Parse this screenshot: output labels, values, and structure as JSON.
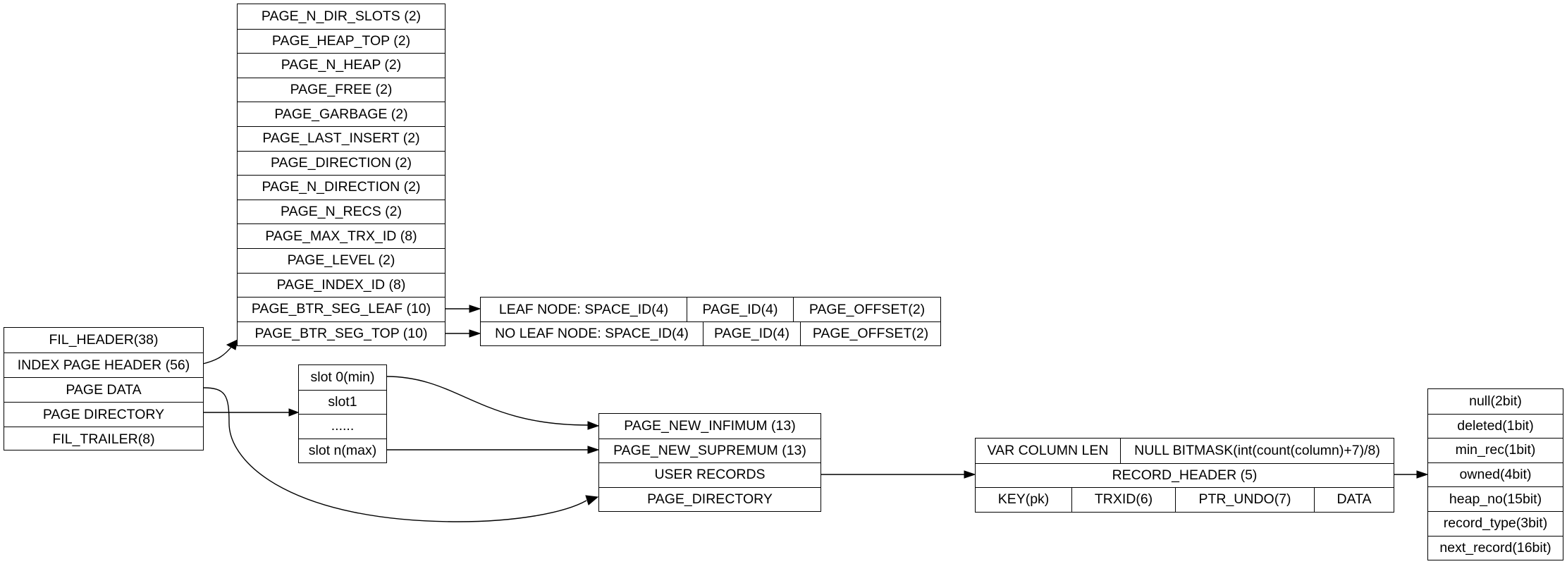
{
  "page_structure": [
    "FIL_HEADER(38)",
    "INDEX PAGE HEADER (56)",
    "PAGE DATA",
    "PAGE DIRECTORY",
    "FIL_TRAILER(8)"
  ],
  "index_page_header": [
    "PAGE_N_DIR_SLOTS (2)",
    "PAGE_HEAP_TOP (2)",
    "PAGE_N_HEAP (2)",
    "PAGE_FREE (2)",
    "PAGE_GARBAGE (2)",
    "PAGE_LAST_INSERT (2)",
    "PAGE_DIRECTION (2)",
    "PAGE_N_DIRECTION (2)",
    "PAGE_N_RECS (2)",
    "PAGE_MAX_TRX_ID (8)",
    "PAGE_LEVEL (2)",
    "PAGE_INDEX_ID (8)",
    "PAGE_BTR_SEG_LEAF (10)",
    "PAGE_BTR_SEG_TOP (10)"
  ],
  "leaf_node": [
    "LEAF NODE: SPACE_ID(4)",
    "PAGE_ID(4)",
    "PAGE_OFFSET(2)"
  ],
  "no_leaf_node": [
    "NO LEAF NODE: SPACE_ID(4)",
    "PAGE_ID(4)",
    "PAGE_OFFSET(2)"
  ],
  "page_directory_slots": [
    "slot 0(min)",
    "slot1",
    "......",
    "slot n(max)"
  ],
  "page_data": [
    "PAGE_NEW_INFIMUM (13)",
    "PAGE_NEW_SUPREMUM (13)",
    "USER RECORDS",
    "PAGE_DIRECTORY"
  ],
  "user_record": {
    "row1": [
      "VAR COLUMN LEN",
      "NULL BITMASK(int(count(column)+7)/8)"
    ],
    "row2": [
      "RECORD_HEADER (5)"
    ],
    "row3": [
      "KEY(pk)",
      "TRXID(6)",
      "PTR_UNDO(7)",
      "DATA"
    ]
  },
  "record_header": [
    "null(2bit)",
    "deleted(1bit)",
    "min_rec(1bit)",
    "owned(4bit)",
    "heap_no(15bit)",
    "record_type(3bit)",
    "next_record(16bit)"
  ]
}
